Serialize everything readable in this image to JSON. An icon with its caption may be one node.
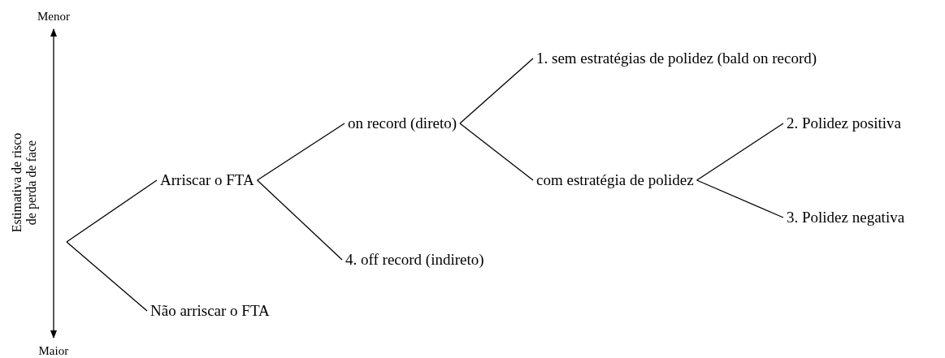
{
  "diagram": {
    "nodes": [
      {
        "text": [
          "Arriscar o FTA"
        ]
      },
      {
        "text": [
          "Não arriscar o FTA"
        ]
      },
      {
        "text": [
          "on record (direto)"
        ]
      },
      {
        "text": [
          "4. off record (indireto)"
        ]
      },
      {
        "text": [
          "1. sem estratégias de polidez (bald on record)"
        ]
      },
      {
        "text": [
          "com estratégia de polidez"
        ]
      },
      {
        "text": [
          "2. Polidez positiva"
        ]
      },
      {
        "text": [
          "3. Polidez negativa"
        ]
      }
    ],
    "edges": [
      {
        "from": null,
        "to": 0,
        "arrow": "none"
      },
      {
        "from": null,
        "to": 1,
        "arrow": "none"
      },
      {
        "from": 0,
        "to": 2,
        "arrow": "none"
      },
      {
        "from": 0,
        "to": 3,
        "arrow": "none"
      },
      {
        "from": 2,
        "to": 4,
        "arrow": "none"
      },
      {
        "from": 2,
        "to": 5,
        "arrow": "none"
      },
      {
        "from": 5,
        "to": 6,
        "arrow": "none"
      },
      {
        "from": 5,
        "to": 7,
        "arrow": "none"
      }
    ],
    "labels": [
      "Menor",
      "Estimativa de risco de perda de face",
      "Maior"
    ]
  }
}
